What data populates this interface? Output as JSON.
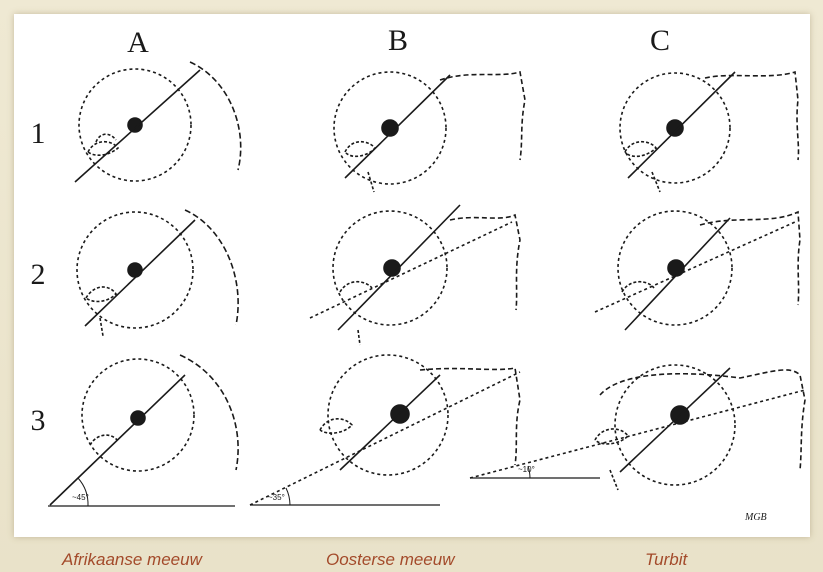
{
  "columns": [
    {
      "letter": "A",
      "caption": "Afrikaanse meeuw"
    },
    {
      "letter": "B",
      "caption": "Oosterse meeuw"
    },
    {
      "letter": "C",
      "caption": "Turbit"
    }
  ],
  "rows": [
    "1",
    "2",
    "3"
  ],
  "angle_labels": {
    "a3": "~45°",
    "b3": "~35°",
    "c3": "~10°"
  },
  "signature": "MGB",
  "colors": {
    "background": "#ece6cf",
    "panel": "#ffffff",
    "ink": "#1a1a1a",
    "caption": "#a34a2a"
  }
}
